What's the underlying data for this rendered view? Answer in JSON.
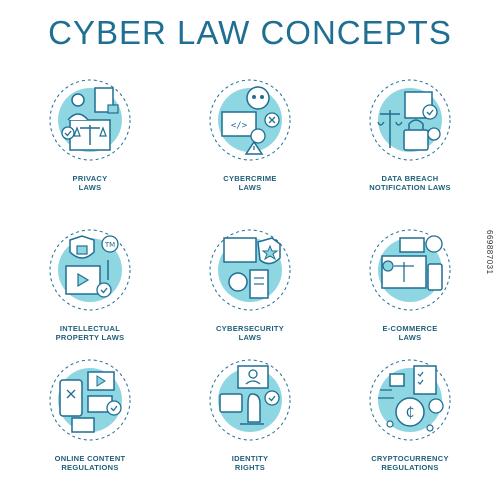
{
  "title": "CYBER LAW CONCEPTS",
  "stock_id": "669887031",
  "colors": {
    "accent": "#8fd6e3",
    "stroke": "#1f6f92",
    "text": "#1f5f7a"
  },
  "items": [
    {
      "line1": "PRIVACY",
      "line2": "LAWS",
      "icon": "privacy-laws-icon"
    },
    {
      "line1": "CYBERCRIME",
      "line2": "LAWS",
      "icon": "cybercrime-laws-icon"
    },
    {
      "line1": "DATA BREACH",
      "line2": "NOTIFICATION LAWS",
      "icon": "data-breach-icon"
    },
    {
      "line1": "INTELLECTUAL",
      "line2": "PROPERTY LAWS",
      "icon": "intellectual-property-icon"
    },
    {
      "line1": "CYBERSECURITY",
      "line2": "LAWS",
      "icon": "cybersecurity-laws-icon"
    },
    {
      "line1": "E-COMMERCE",
      "line2": "LAWS",
      "icon": "e-commerce-laws-icon"
    },
    {
      "line1": "ONLINE CONTENT",
      "line2": "REGULATIONS",
      "icon": "online-content-icon"
    },
    {
      "line1": "IDENTITY",
      "line2": "RIGHTS",
      "icon": "identity-rights-icon"
    },
    {
      "line1": "CRYPTOCURRENCY",
      "line2": "REGULATIONS",
      "icon": "cryptocurrency-icon"
    }
  ]
}
